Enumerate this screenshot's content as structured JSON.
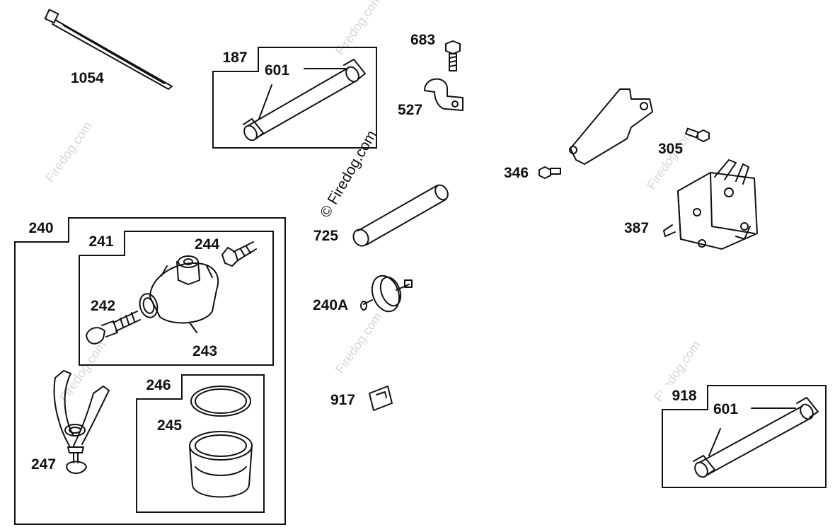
{
  "watermark": "© Firedog.com",
  "watermark_partial": "Firedog.com",
  "group_boxes": {
    "g187": "187",
    "g240": "240",
    "g241": "241",
    "g246": "246",
    "g918": "918"
  },
  "part_labels": {
    "p1054": "1054",
    "p601a": "601",
    "p683": "683",
    "p527": "527",
    "p346": "346",
    "p305": "305",
    "p387": "387",
    "p725": "725",
    "p240a": "240A",
    "p917": "917",
    "p244": "244",
    "p242": "242",
    "p243": "243",
    "p245": "245",
    "p247": "247",
    "p601b": "601"
  }
}
